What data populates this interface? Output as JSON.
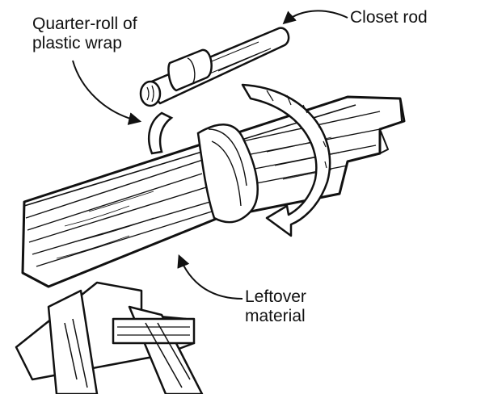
{
  "labels": {
    "plastic_wrap": {
      "line1": "Quarter-roll of",
      "line2": "plastic wrap"
    },
    "closet_rod": "Closet rod",
    "leftover": {
      "line1": "Leftover",
      "line2": "material"
    }
  },
  "colors": {
    "ink": "#111111",
    "paper": "#ffffff"
  }
}
